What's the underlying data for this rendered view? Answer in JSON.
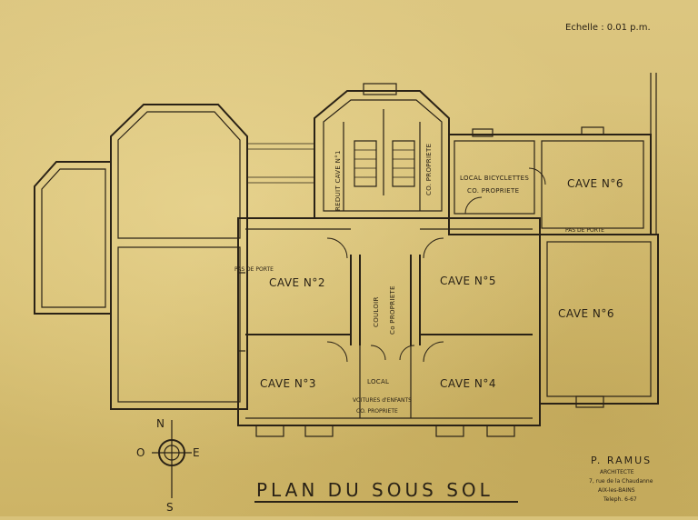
{
  "scale": {
    "text": "Echelle : 0.01 p.m."
  },
  "title": {
    "text": "PLAN DU SOUS SOL"
  },
  "architect": {
    "name": "P. RAMUS",
    "role": "ARCHITECTE",
    "address": "7, rue de la Chaudanne",
    "city": "AIX-les-BAINS",
    "phone": "Teleph. 6-67"
  },
  "compass": {
    "north": "N",
    "south": "S",
    "east": "E",
    "west": "O"
  },
  "rooms": {
    "cave2": "CAVE N°2",
    "cave3": "CAVE N°3",
    "cave4": "CAVE N°4",
    "cave5": "CAVE N°5",
    "cave6": "CAVE N°6",
    "cave6_small": "CAVE N°6",
    "reduit": "REDUIT CAVE N°1",
    "copropriete_stair": "CO. PROPRIETE",
    "local_bicyclettes": "LOCAL BICYCLETTES",
    "local_bicyclettes_sub": "CO. PROPRIETE",
    "couloir": "COULOIR",
    "couloir_sub": "Co PROPRIETE",
    "local": "LOCAL",
    "voitures_enfants": "VOITURES d'ENFANTS",
    "voitures_sub": "CO. PROPRIETE",
    "pas_de_porte_1": "PAS DE PORTE",
    "pas_de_porte_2": "PAS DE PORTE"
  }
}
